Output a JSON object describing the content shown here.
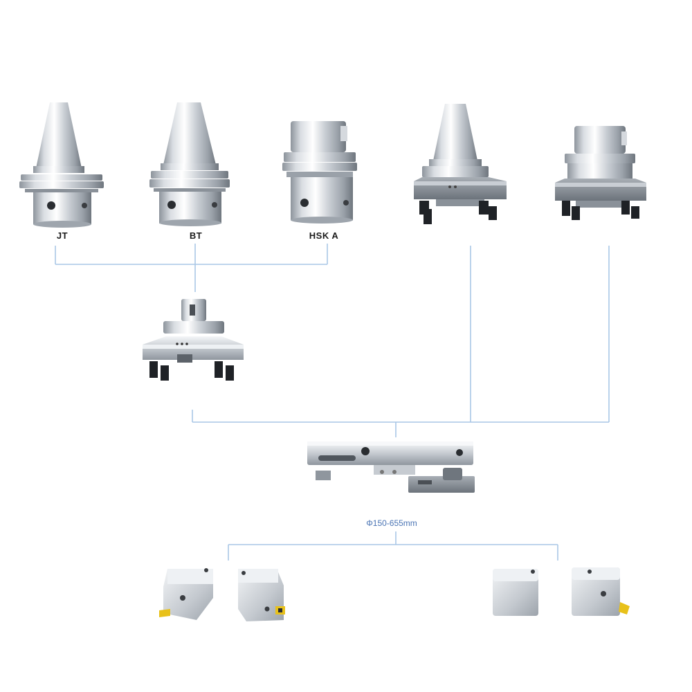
{
  "labels": {
    "jt": "JT",
    "bt": "BT",
    "hsk": "HSK A"
  },
  "dimension": {
    "range": "Φ150-655mm"
  },
  "colors": {
    "connector": "#a9c6e6",
    "dimension_text": "#4a74b4",
    "steel_light": "#eef1f4",
    "steel_mid": "#b8bec6",
    "steel_dark": "#7d848c",
    "insert_gold": "#e8c11a"
  },
  "components": {
    "tool_shanks": [
      "jt-taper-shank",
      "bt-taper-shank",
      "hsk-a-shank"
    ],
    "direct_heads": [
      "taper-direct-head",
      "hsk-direct-head"
    ],
    "adapter": "three-point-adapter",
    "boring_bar": "slide-boring-bar",
    "cartridges": [
      "cartridge-1",
      "cartridge-2",
      "cartridge-3",
      "cartridge-4"
    ]
  }
}
